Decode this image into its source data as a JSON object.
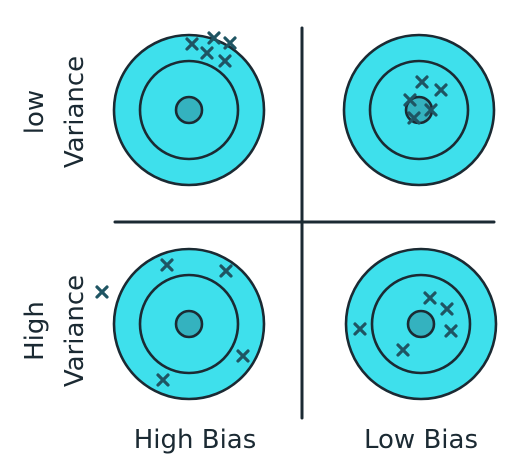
{
  "labels": {
    "row_top_line1": "low",
    "row_top_line2": "Variance",
    "row_bottom_line1": "High",
    "row_bottom_line2": "Variance",
    "col_left": "High Bias",
    "col_right": "Low Bias"
  },
  "colors": {
    "target_fill": "#3ee0ec",
    "bullseye_fill": "#34b2bf",
    "ink": "#1b2a33",
    "cross": "#1f5563"
  },
  "icons": [
    "target-icon",
    "cross-mark-icon"
  ]
}
